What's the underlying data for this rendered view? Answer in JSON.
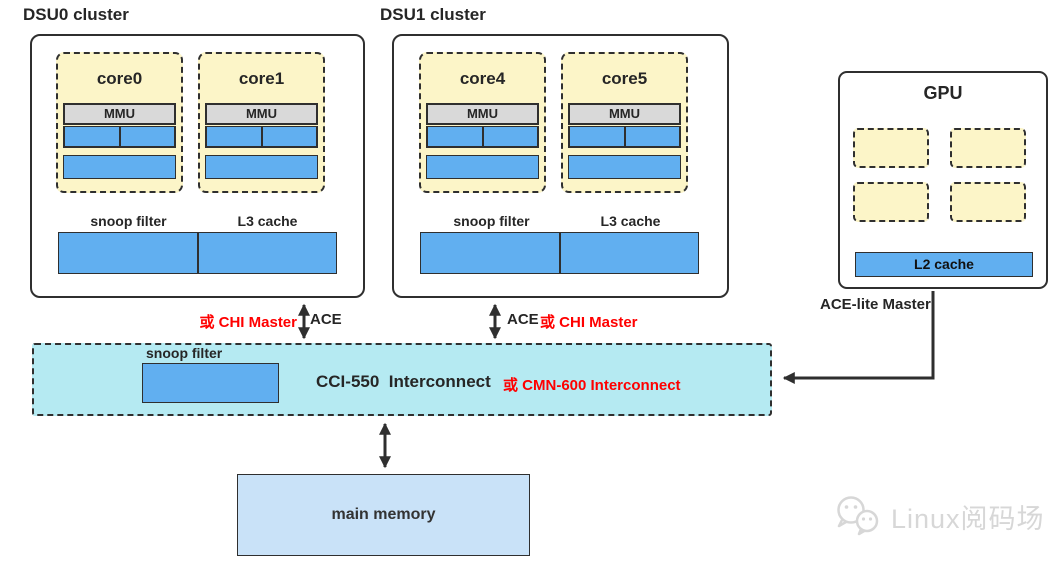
{
  "colors": {
    "core_fill": "#FCF5C8",
    "cache_blue": "#61AFF0",
    "mmu_gray": "#D9D9D9",
    "interconnect_cyan": "#B5EAF2",
    "memory_blue": "#C9E2F8",
    "line_dark": "#2f2f2f",
    "alt_red": "#ff0000"
  },
  "dsu0": {
    "title": "DSU0 cluster",
    "cores": [
      {
        "label": "core0",
        "mmu": "MMU"
      },
      {
        "label": "core1",
        "mmu": "MMU"
      }
    ],
    "snoop_label": "snoop filter",
    "l3_label": "L3 cache"
  },
  "dsu1": {
    "title": "DSU1 cluster",
    "cores": [
      {
        "label": "core4",
        "mmu": "MMU"
      },
      {
        "label": "core5",
        "mmu": "MMU"
      }
    ],
    "snoop_label": "snoop filter",
    "l3_label": "L3 cache"
  },
  "gpu": {
    "title": "GPU",
    "l2_label": "L2 cache",
    "master_label": "ACE-lite Master"
  },
  "buses": {
    "dsu0_red": "或 CHI Master",
    "dsu0_black": "ACE",
    "dsu1_black": "ACE",
    "dsu1_red": "或 CHI Master"
  },
  "interconnect": {
    "snoop_label": "snoop filter",
    "name": "CCI-550  Interconnect",
    "alt_name": "或 CMN-600 Interconnect"
  },
  "memory": {
    "label": "main memory"
  },
  "watermark": {
    "text": "Linux阅码场"
  }
}
